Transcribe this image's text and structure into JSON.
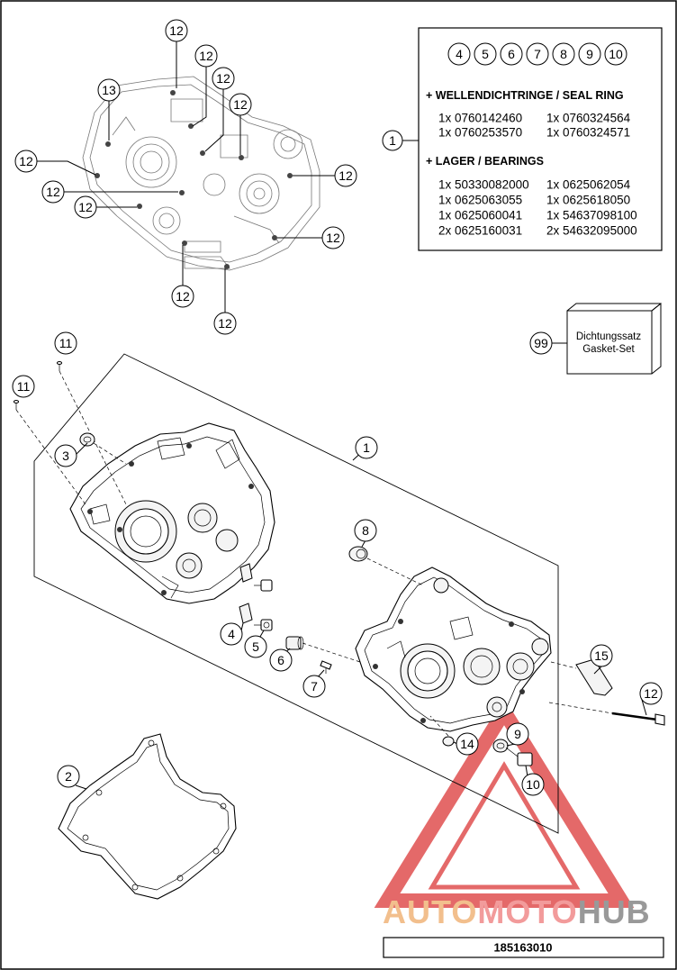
{
  "diagram": {
    "code": "185163010",
    "watermark": {
      "text_a": "AUTO",
      "text_b": "MOTO",
      "text_c": "HUB",
      "color_a": "#f0b47a",
      "color_b": "#f08a8a",
      "color_c": "#888888",
      "triangle_color": "#e05050"
    },
    "info_box": {
      "header_callouts": [
        "4",
        "5",
        "6",
        "7",
        "8",
        "9",
        "10"
      ],
      "callout": "1",
      "seal_header": "+ WELLENDICHTRINGE / SEAL RING",
      "seal_rows": [
        [
          "1x 0760142460",
          "1x 0760324564"
        ],
        [
          "1x 0760253570",
          "1x 0760324571"
        ]
      ],
      "bearing_header": "+ LAGER / BEARINGS",
      "bearing_rows": [
        [
          "1x 50330082000",
          "1x 0625062054"
        ],
        [
          "1x 0625063055",
          "1x 0625618050"
        ],
        [
          "1x 0625060041",
          "1x 54637098100"
        ],
        [
          "2x 0625160031",
          "2x 54632095000"
        ]
      ]
    },
    "gasket_set": {
      "callout": "99",
      "line1": "Dichtungssatz",
      "line2": "Gasket-Set"
    },
    "callouts": {
      "top_12_a": "12",
      "top_12_b": "12",
      "top_12_c": "12",
      "top_12_d": "12",
      "top_13": "13",
      "left_12_a": "12",
      "left_12_b": "12",
      "left_12_c": "12",
      "right_12_a": "12",
      "right_12_b": "12",
      "bottom_12_a": "12",
      "bottom_12_b": "12",
      "c11_a": "11",
      "c11_b": "11",
      "c3": "3",
      "c1": "1",
      "c8": "8",
      "c4": "4",
      "c5": "5",
      "c6": "6",
      "c7": "7",
      "c15": "15",
      "c12_bolt": "12",
      "c9": "9",
      "c10": "10",
      "c14": "14",
      "c2": "2"
    }
  }
}
